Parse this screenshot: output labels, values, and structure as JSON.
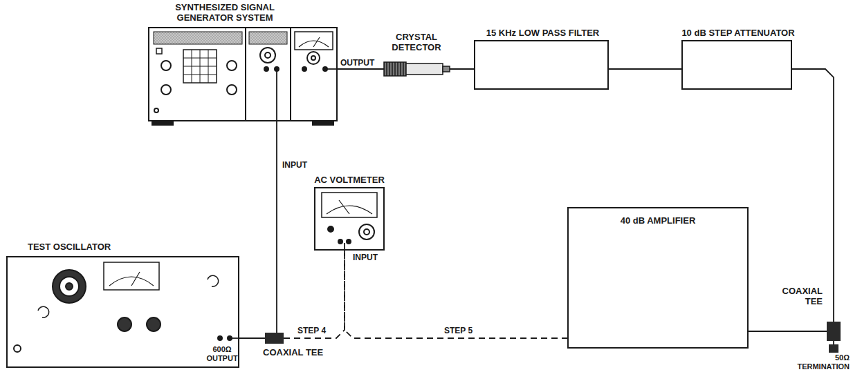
{
  "diagram": {
    "nodes": [
      {
        "text": [
          "SYNTHESIZED SIGNAL GENERATOR SYSTEM"
        ]
      },
      {
        "text": [
          "CRYSTAL DETECTOR"
        ]
      },
      {
        "text": [
          "15 KHz LOW PASS FILTER"
        ]
      },
      {
        "text": [
          "10 dB STEP ATTENUATOR"
        ]
      },
      {
        "text": [
          "TEST OSCILLATOR"
        ]
      },
      {
        "text": [
          "COAXIAL TEE"
        ]
      },
      {
        "text": [
          "AC VOLTMETER"
        ]
      },
      {
        "text": [
          "40 dB AMPLIFIER"
        ]
      },
      {
        "text": [
          "COAXIAL TEE"
        ]
      },
      {
        "text": [
          "50Ω TERMINATION"
        ]
      }
    ],
    "edges": [
      {
        "from": 0,
        "to": 1,
        "arrow": "none",
        "label": "OUTPUT"
      },
      {
        "from": 1,
        "to": 2,
        "arrow": "none"
      },
      {
        "from": 2,
        "to": 3,
        "arrow": "none"
      },
      {
        "from": 3,
        "to": 8,
        "arrow": "none"
      },
      {
        "from": 8,
        "to": 9,
        "arrow": "none"
      },
      {
        "from": 4,
        "to": 5,
        "arrow": "none"
      },
      {
        "from": 5,
        "to": 0,
        "arrow": "none",
        "label": "INPUT"
      },
      {
        "from": 5,
        "to": 6,
        "arrow": "none",
        "label": "STEP 4"
      },
      {
        "from": 6,
        "to": 7,
        "arrow": "none",
        "label": "STEP 5"
      },
      {
        "from": 7,
        "to": 8,
        "arrow": "none"
      }
    ],
    "labels": [
      "600Ω OUTPUT",
      "INPUT"
    ]
  }
}
